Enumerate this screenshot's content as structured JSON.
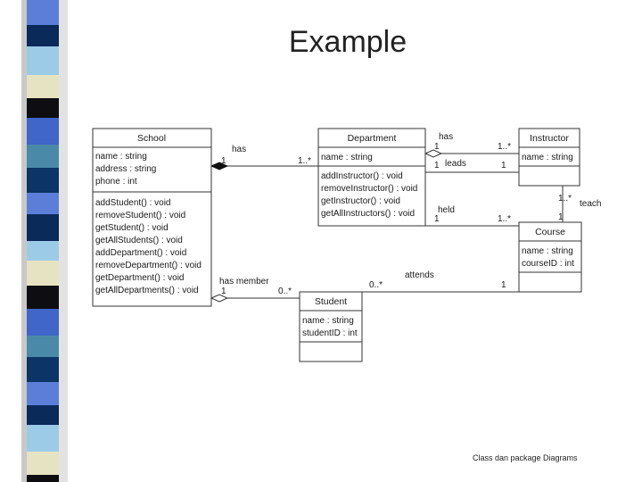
{
  "slide": {
    "title": "Example",
    "footer": "Class dan package Diagrams"
  },
  "colors": {
    "stripe": [
      "#5b7fd8",
      "#0a2a5a",
      "#9ccbe8",
      "#e6e3c2",
      "#0d0d12",
      "#3f66c8",
      "#4a8aa8",
      "#0b3566"
    ],
    "line": "#333333"
  },
  "classes": {
    "school": {
      "name": "School",
      "attributes": [
        "name : string",
        "address : string",
        "phone : int"
      ],
      "operations": [
        "addStudent() : void",
        "removeStudent() : void",
        "getStudent() : void",
        "getAllStudents() : void",
        "addDepartment() : void",
        "removeDepartment() : void",
        "getDepartment() : void",
        "getAllDepartments() : void"
      ]
    },
    "department": {
      "name": "Department",
      "attributes": [
        "name : string"
      ],
      "operations": [
        "addInstructor() : void",
        "removeInstructor() : void",
        "getInstructor() : void",
        "getAllInstructors() : void"
      ]
    },
    "instructor": {
      "name": "Instructor",
      "attributes": [
        "name : string"
      ],
      "operations": []
    },
    "course": {
      "name": "Course",
      "attributes": [
        "name : string",
        "courseID : int"
      ],
      "operations": []
    },
    "student": {
      "name": "Student",
      "attributes": [
        "name : string",
        "studentID : int"
      ],
      "operations": []
    }
  },
  "associations": {
    "school_department": {
      "label": "has",
      "mult_from": "1",
      "mult_to": "1..*"
    },
    "department_instructor_has": {
      "label": "has",
      "mult_from": "1",
      "mult_to": "1..*"
    },
    "department_instructor_leads": {
      "label": "leads",
      "mult_from": "1",
      "mult_to": "1"
    },
    "department_course": {
      "label": "held",
      "mult_from": "1",
      "mult_to": "1..*"
    },
    "instructor_course": {
      "label": "teach",
      "mult_from": "1..*",
      "mult_to": "1"
    },
    "school_student": {
      "label": "has member",
      "mult_from": "1",
      "mult_to": "0..*"
    },
    "student_course": {
      "label": "attends",
      "mult_from": "0..*",
      "mult_to": "1"
    }
  }
}
